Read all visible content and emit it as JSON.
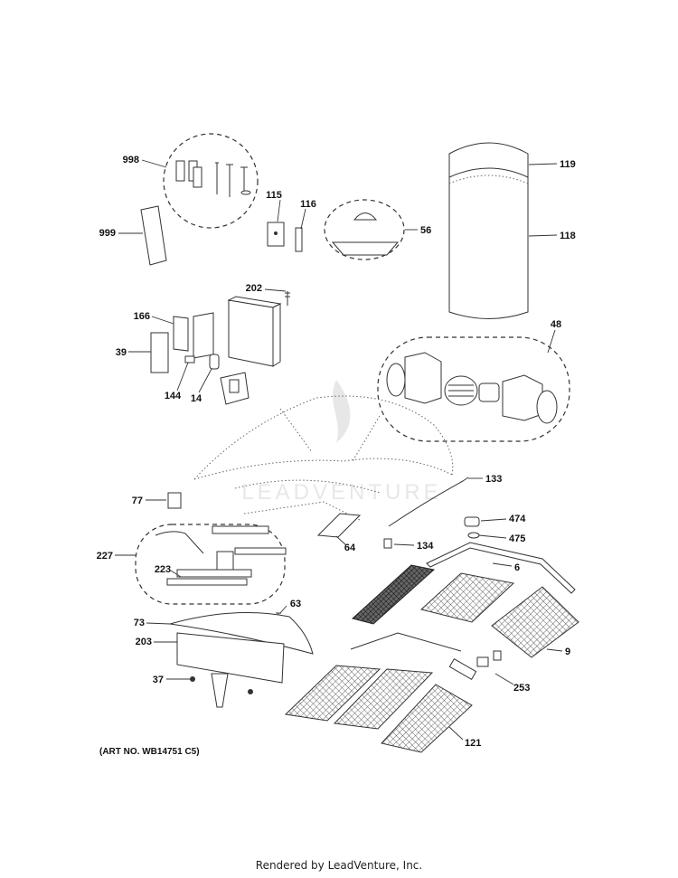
{
  "callouts": {
    "c998": "998",
    "c999": "999",
    "c115": "115",
    "c116": "116",
    "c56": "56",
    "c119": "119",
    "c118": "118",
    "c202": "202",
    "c166": "166",
    "c39": "39",
    "c144": "144",
    "c14": "14",
    "c48": "48",
    "c133": "133",
    "c77": "77",
    "c474": "474",
    "c475": "475",
    "c134": "134",
    "c64": "64",
    "c227": "227",
    "c6": "6",
    "c223": "223",
    "c63": "63",
    "c73": "73",
    "c203": "203",
    "c9": "9",
    "c37": "37",
    "c253": "253",
    "c121": "121"
  },
  "art_number": "(ART NO. WB14751 C5)",
  "watermark": "LEADVENTURE",
  "footer": "Rendered by LeadVenture, Inc."
}
